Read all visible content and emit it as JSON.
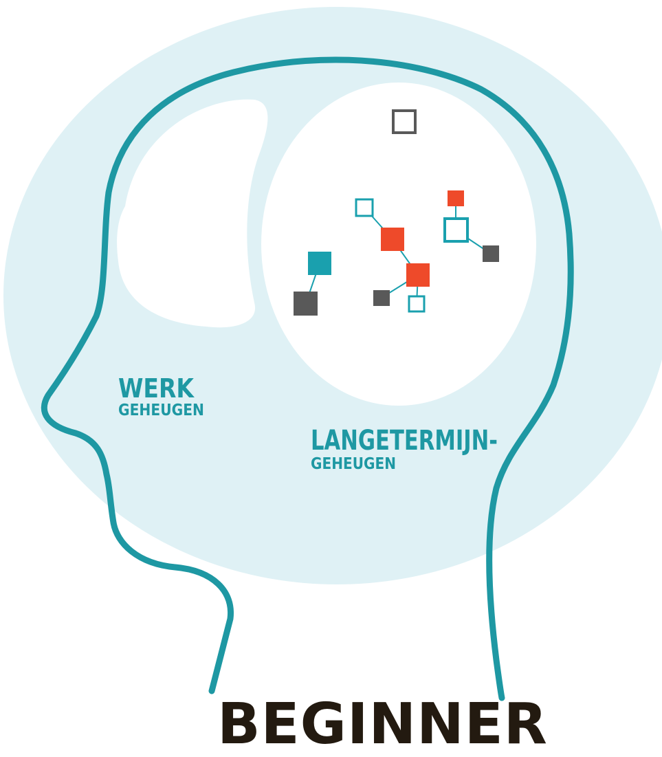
{
  "labels": {
    "working_memory_title": "WERK",
    "working_memory_sub": "GEHEUGEN",
    "long_term_title": "LANGETERMIJN-",
    "long_term_sub": "GEHEUGEN",
    "caption": "BEGINNER"
  },
  "colors": {
    "background_ellipse": "#dff1f5",
    "head_outline": "#1e98a3",
    "memory_area": "#ffffff",
    "teal_node": "#1aa0ae",
    "orange_node": "#ee4a2a",
    "gray_node": "#595959",
    "caption_text": "#231a10"
  },
  "nodes": [
    {
      "name": "gray-outline-node",
      "style": "outline",
      "color": "gray"
    },
    {
      "name": "teal-outline-node",
      "style": "outline",
      "color": "teal"
    },
    {
      "name": "orange-filled-node",
      "style": "filled",
      "color": "orange"
    },
    {
      "name": "orange-filled-node",
      "style": "filled",
      "color": "orange"
    },
    {
      "name": "teal-outline-node",
      "style": "outline",
      "color": "teal"
    },
    {
      "name": "gray-filled-node",
      "style": "filled",
      "color": "gray"
    },
    {
      "name": "orange-filled-node",
      "style": "filled",
      "color": "orange"
    },
    {
      "name": "teal-outline-node",
      "style": "outline",
      "color": "teal"
    },
    {
      "name": "gray-filled-node",
      "style": "filled",
      "color": "gray"
    },
    {
      "name": "teal-filled-node",
      "style": "filled",
      "color": "teal"
    },
    {
      "name": "gray-filled-node",
      "style": "filled",
      "color": "gray"
    }
  ]
}
